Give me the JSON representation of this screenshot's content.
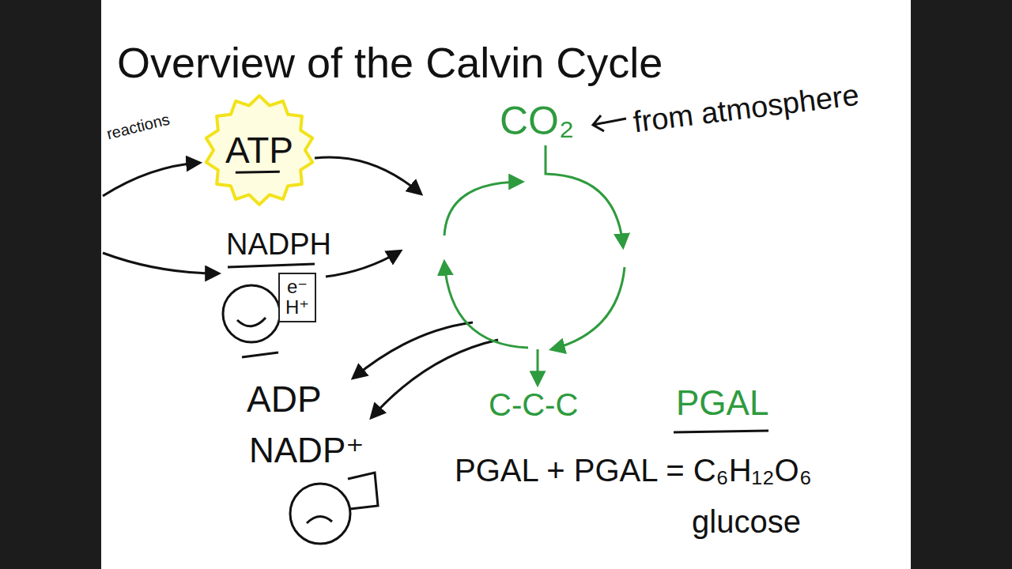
{
  "diagram": {
    "title": "Overview of the Calvin Cycle",
    "nodes": [
      {
        "text": [
          "ATP"
        ]
      },
      {
        "text": [
          "e⁻",
          "H⁺"
        ]
      }
    ],
    "labels": [
      "reactions",
      "NADPH",
      "CO₂",
      "from atmosphere",
      "C-C-C",
      "PGAL",
      "ADP",
      "NADP⁺",
      "PGAL + PGAL = C₆H₁₂O₆",
      "glucose"
    ]
  }
}
